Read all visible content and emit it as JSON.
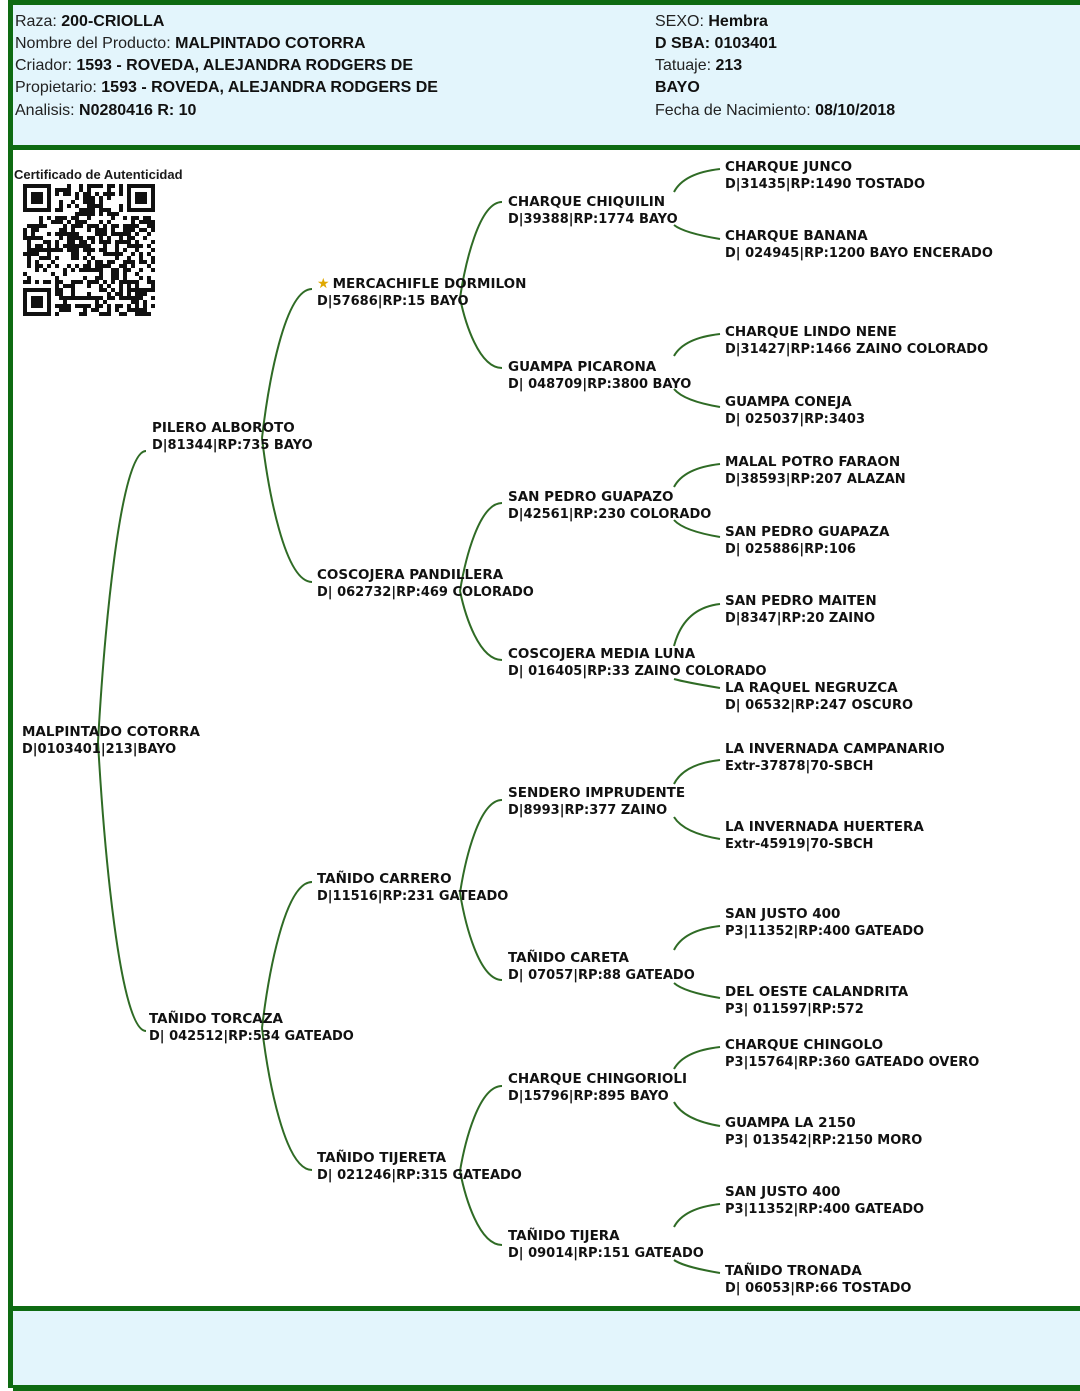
{
  "header": {
    "raza_label": "Raza:",
    "raza_value": "200-CRIOLLA",
    "producto_label": "Nombre del Producto:",
    "producto_value": "MALPINTADO COTORRA",
    "criador_label": "Criador:",
    "criador_value": "1593 - ROVEDA, ALEJANDRA RODGERS DE",
    "propietario_label": "Propietario:",
    "propietario_value": "1593 - ROVEDA, ALEJANDRA RODGERS DE",
    "analisis_label": "Analisis:",
    "analisis_value": "N0280416 R: 10",
    "sexo_label": "SEXO:",
    "sexo_value": "Hembra",
    "dsba_value": "D SBA: 0103401",
    "tatuaje_label": "Tatuaje:",
    "tatuaje_value": "213",
    "pelaje_value": "BAYO",
    "nacimiento_label": "Fecha de Nacimiento:",
    "nacimiento_value": "08/10/2018"
  },
  "certificate": {
    "title": "Certificado de Autenticidad"
  },
  "pedigree": {
    "subject": {
      "name": "MALPINTADO COTORRA",
      "reg": "D|0103401|213|BAYO"
    },
    "sire": {
      "name": "PILERO ALBOROTO",
      "reg": "D|81344|RP:735 BAYO"
    },
    "dam": {
      "name": "TAÑIDO TORCAZA",
      "reg": "D| 042512|RP:534 GATEADO"
    },
    "gen3": [
      {
        "name": "MERCACHIFLE DORMILON",
        "reg": "D|57686|RP:15 BAYO",
        "icon": "award-star-icon"
      },
      {
        "name": "COSCOJERA PANDILLERA",
        "reg": "D| 062732|RP:469 COLORADO"
      },
      {
        "name": "TAÑIDO CARRERO",
        "reg": "D|11516|RP:231 GATEADO"
      },
      {
        "name": "TAÑIDO TIJERETA",
        "reg": "D| 021246|RP:315 GATEADO"
      }
    ],
    "gen4": [
      {
        "name": "CHARQUE CHIQUILIN",
        "reg": "D|39388|RP:1774 BAYO"
      },
      {
        "name": "GUAMPA PICARONA",
        "reg": "D| 048709|RP:3800 BAYO"
      },
      {
        "name": "SAN PEDRO GUAPAZO",
        "reg": "D|42561|RP:230 COLORADO"
      },
      {
        "name": "COSCOJERA MEDIA LUNA",
        "reg": "D| 016405|RP:33 ZAINO COLORADO"
      },
      {
        "name": "SENDERO IMPRUDENTE",
        "reg": "D|8993|RP:377 ZAINO"
      },
      {
        "name": "TAÑIDO CARETA",
        "reg": "D| 07057|RP:88 GATEADO"
      },
      {
        "name": "CHARQUE CHINGORIOLI",
        "reg": "D|15796|RP:895 BAYO"
      },
      {
        "name": "TAÑIDO TIJERA",
        "reg": "D| 09014|RP:151 GATEADO"
      }
    ],
    "gen5": [
      {
        "name": "CHARQUE JUNCO",
        "reg": "D|31435|RP:1490 TOSTADO"
      },
      {
        "name": "CHARQUE BANANA",
        "reg": "D| 024945|RP:1200 BAYO ENCERADO"
      },
      {
        "name": "CHARQUE LINDO NENE",
        "reg": "D|31427|RP:1466 ZAINO COLORADO"
      },
      {
        "name": "GUAMPA CONEJA",
        "reg": "D| 025037|RP:3403"
      },
      {
        "name": "MALAL POTRO FARAON",
        "reg": "D|38593|RP:207 ALAZAN"
      },
      {
        "name": "SAN PEDRO GUAPAZA",
        "reg": "D| 025886|RP:106"
      },
      {
        "name": "SAN PEDRO MAITEN",
        "reg": "D|8347|RP:20 ZAINO"
      },
      {
        "name": "LA RAQUEL NEGRUZCA",
        "reg": "D| 06532|RP:247 OSCURO"
      },
      {
        "name": "LA INVERNADA CAMPANARIO",
        "reg": "Extr-37878|70-SBCH"
      },
      {
        "name": "LA INVERNADA HUERTERA",
        "reg": "Extr-45919|70-SBCH"
      },
      {
        "name": "SAN JUSTO 400",
        "reg": "P3|11352|RP:400 GATEADO"
      },
      {
        "name": "DEL OESTE CALANDRITA",
        "reg": "P3| 011597|RP:572"
      },
      {
        "name": "CHARQUE CHINGOLO",
        "reg": "P3|15764|RP:360 GATEADO OVERO"
      },
      {
        "name": "GUAMPA LA 2150",
        "reg": "P3| 013542|RP:2150 MORO"
      },
      {
        "name": "SAN JUSTO 400",
        "reg": "P3|11352|RP:400 GATEADO"
      },
      {
        "name": "TAÑIDO TRONADA",
        "reg": "D| 06053|RP:66 TOSTADO"
      }
    ]
  },
  "colors": {
    "accent_green": "#0e6b12",
    "header_bg": "#e3f5fc",
    "line_green": "#2f6b25",
    "star": "#e0a800"
  }
}
